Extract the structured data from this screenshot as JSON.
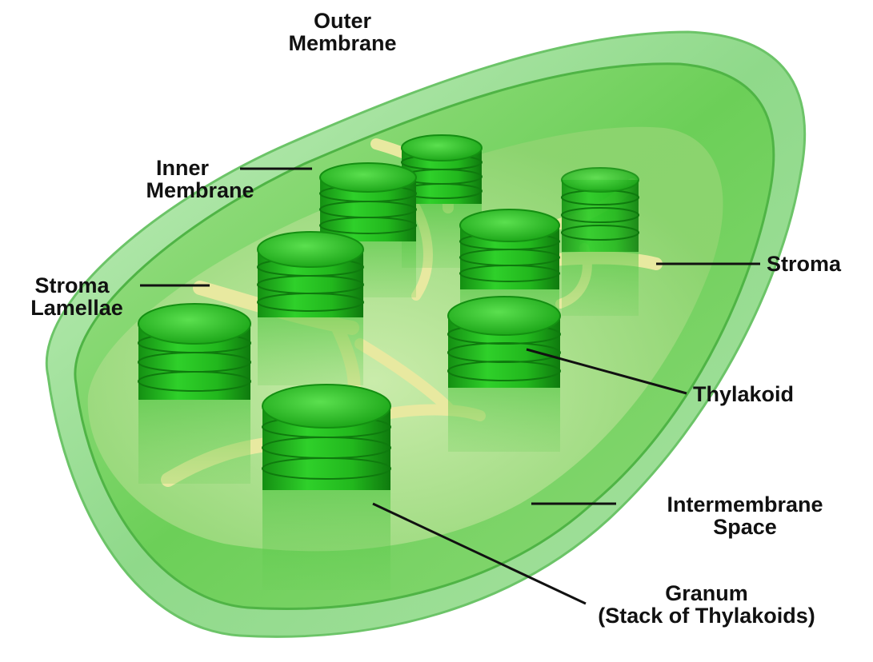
{
  "diagram": {
    "labels": {
      "outer_membrane": [
        "Outer",
        "Membrane"
      ],
      "inner_membrane": [
        "Inner",
        "Membrane"
      ],
      "stroma_lamellae": [
        "Stroma",
        "Lamellae"
      ],
      "stroma": "Stroma",
      "thylakoid": "Thylakoid",
      "intermembrane_space": [
        "Intermembrane",
        "Space"
      ],
      "granum": [
        "Granum",
        "(Stack of Thylakoids)"
      ]
    }
  },
  "colors": {
    "outer_membrane": "#8fd98a",
    "inner_body": "#6ccf58",
    "granum": "#22b81d",
    "granum_dark": "#148f12",
    "lamellae": "#e8e9a0",
    "label_text": "#111111",
    "leader_line": "#111111"
  }
}
